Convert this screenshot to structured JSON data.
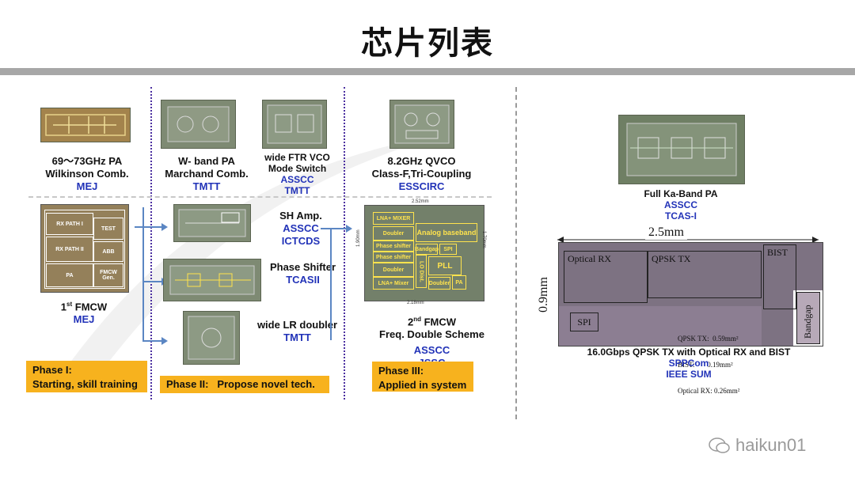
{
  "title": "芯片列表",
  "phases": [
    {
      "name": "Phase I:",
      "desc": "Starting, skill training"
    },
    {
      "name": "Phase II:",
      "desc": "Propose novel tech."
    },
    {
      "name": "Phase III:",
      "desc": "Applied in system"
    }
  ],
  "chips": {
    "pa_wilkinson": {
      "line1": "69～73GHz PA",
      "line2": "Wilkinson Comb.",
      "venue": "MEJ"
    },
    "wband_pa": {
      "line1": "W- band PA",
      "line2": "Marchand Comb.",
      "venue": "TMTT"
    },
    "vco": {
      "line1": "wide FTR VCO",
      "line2": "Mode Switch",
      "venue": "ASSCC",
      "venue2": "TMTT"
    },
    "qvco": {
      "line1": "8.2GHz QVCO",
      "line2": "Class-F,Tri-Coupling",
      "venue": "ESSCIRC"
    },
    "fmcw1": {
      "line1_num": "1",
      "line1_sup": "st",
      "line1_rest": " FMCW",
      "venue": "MEJ",
      "blocks": [
        "RX PATH I",
        "TEST",
        "RX PATH II",
        "ABB",
        "PA",
        "FMCW Gen."
      ]
    },
    "sh_amp": {
      "line1": "SH Amp.",
      "venue": "ASSCC",
      "venue2": "ICTCDS"
    },
    "phase_shifter": {
      "line1": "Phase Shifter",
      "venue": "TCASII"
    },
    "lr_doubler": {
      "line1": "wide LR doubler",
      "venue": "TMTT"
    },
    "fmcw2": {
      "line1_num": "2",
      "line1_sup": "nd",
      "line1_rest": "  FMCW",
      "line2": "Freq. Double Scheme",
      "venue": "ASSCC",
      "venue2": "JSSC",
      "dim_w": "2.52mm",
      "dim_h": "1.90mm",
      "dim_b": "2.18mm",
      "dim_r": "1.70mm",
      "blocks": [
        "LNA+ MIXER",
        "Doubler",
        "Phase shifter",
        "Phase shifter",
        "Doubler",
        "LNA+ Mixer",
        "Analog baseband",
        "Bandgap",
        "SPI",
        "PLL",
        "LO Dist.",
        "Doubler",
        "PA"
      ]
    },
    "ka_pa": {
      "line1": "Full Ka-Band PA",
      "venue": "ASSCC",
      "venue2": "TCAS-I"
    },
    "qpsk": {
      "dim_w": "2.5mm",
      "dim_h": "0.9mm",
      "blocks": {
        "optical": "Optical RX",
        "qpsk": "QPSK TX",
        "bist": "BIST",
        "spi": "SPI",
        "bandgap": "Bandgap"
      },
      "areas": [
        "QPSK TX:  0.59mm²",
        "BIST:       0.19mm²",
        "Optical RX: 0.26mm²"
      ],
      "line1": "16.0Gbps QPSK TX with Optical RX and BIST",
      "venue": "SPPCom",
      "venue2": "IEEE SUM"
    }
  },
  "watermark": "haikun01",
  "colors": {
    "phase_bg": "#f7b21e",
    "venue_blue": "#2233b8",
    "rule_gray": "#a7a7a7",
    "arrow_blue": "#5b86c3"
  }
}
